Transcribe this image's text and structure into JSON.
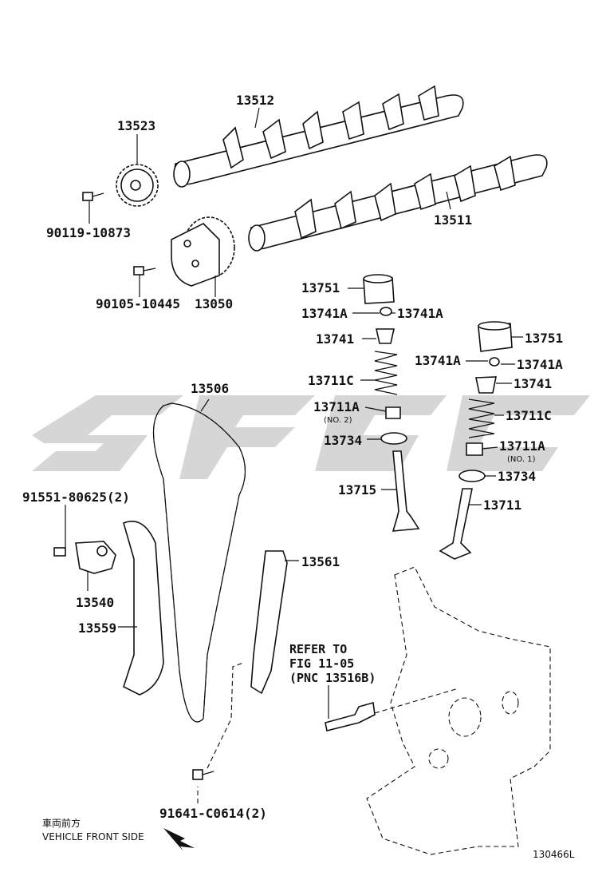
{
  "labels": {
    "p13512": "13512",
    "p13523": "13523",
    "p90119": "90119-10873",
    "p13511": "13511",
    "p90105": "90105-10445",
    "p13050": "13050",
    "p13751a": "13751",
    "p13741A_l": "13741A",
    "p13741A_r": "13741A",
    "p13741a": "13741",
    "p13751b": "13751",
    "p13741A_l2": "13741A",
    "p13741A_r2": "13741A",
    "p13711C_a": "13711C",
    "p13741b": "13741",
    "p13711A_a": "13711A",
    "p13711A_a_sub": "(NO. 2)",
    "p13711C_b": "13711C",
    "p13734a": "13734",
    "p13711A_b": "13711A",
    "p13711A_b_sub": "(NO. 1)",
    "p13734b": "13734",
    "p13715": "13715",
    "p13711": "13711",
    "p13506": "13506",
    "p91551": "91551-80625(2)",
    "p13561": "13561",
    "p13540": "13540",
    "p13559": "13559",
    "p91641": "91641-C0614(2)"
  },
  "refer": {
    "line1": "REFER TO",
    "line2": "FIG 11-05",
    "line3": "(PNC 13516B)"
  },
  "direction": {
    "jp": "車両前方",
    "en": "VEHICLE FRONT SIDE"
  },
  "figure_code": "130466L",
  "watermark_color": "#cfcfcf"
}
